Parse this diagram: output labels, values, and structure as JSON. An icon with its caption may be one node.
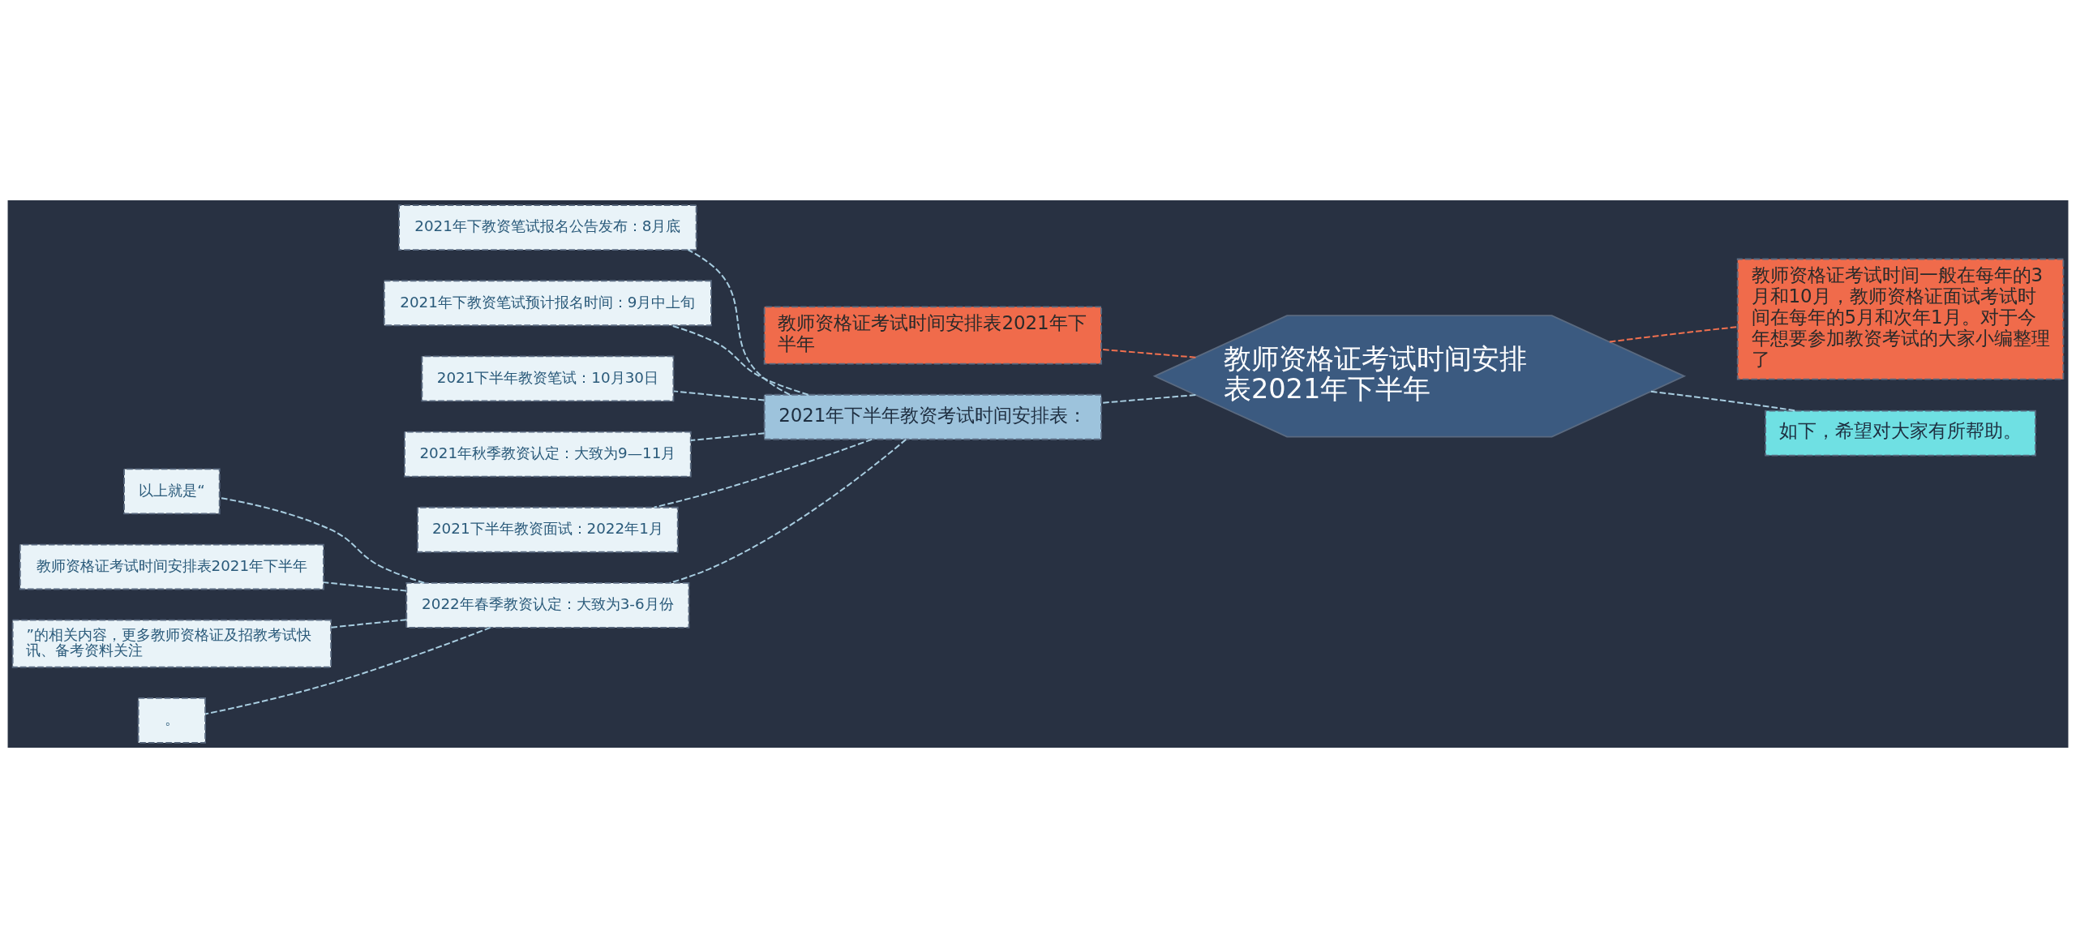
{
  "diagram": {
    "nodes": [
      {
        "text": [
          "教师资格证考试时间安排表2021年下半年"
        ]
      },
      {
        "text": [
          "教师资格证考试时间安排表2021年下半年"
        ]
      },
      {
        "text": [
          "2021年下半年教资考试时间安排表："
        ]
      },
      {
        "text": [
          "2021年下教资笔试报名公告发布：8月底"
        ]
      },
      {
        "text": [
          "2021年下教资笔试预计报名时间：9月中上旬"
        ]
      },
      {
        "text": [
          "2021下半年教资笔试：10月30日"
        ]
      },
      {
        "text": [
          "2021年秋季教资认定：大致为9—11月"
        ]
      },
      {
        "text": [
          "2021下半年教资面试：2022年1月"
        ]
      },
      {
        "text": [
          "2022年春季教资认定：大致为3-6月份"
        ]
      },
      {
        "text": [
          "以上就是“"
        ]
      },
      {
        "text": [
          "教师资格证考试时间安排表2021年下半年"
        ]
      },
      {
        "text": [
          "”的相关内容，更多教师资格证及招教考试快讯、备考资料关注"
        ]
      },
      {
        "text": [
          "。"
        ]
      },
      {
        "text": [
          "教师资格证考试时间一般在每年的3月和10月，教师资格证面试考试时间在每年的5月和次年1月。对于今年想要参加教资考试的大家小编整理了"
        ]
      },
      {
        "text": [
          "如下，希望对大家有所帮助。"
        ]
      }
    ],
    "edges": [
      {
        "from": 0,
        "to": 1,
        "arrow": "none",
        "style": "dashed",
        "color": "#f0704f"
      },
      {
        "from": 0,
        "to": 2,
        "arrow": "none",
        "style": "dashed"
      },
      {
        "from": 2,
        "to": 3,
        "arrow": "none",
        "style": "dashed"
      },
      {
        "from": 2,
        "to": 4,
        "arrow": "none",
        "style": "dashed"
      },
      {
        "from": 2,
        "to": 5,
        "arrow": "none",
        "style": "dashed"
      },
      {
        "from": 2,
        "to": 6,
        "arrow": "none",
        "style": "dashed"
      },
      {
        "from": 2,
        "to": 7,
        "arrow": "none",
        "style": "dashed"
      },
      {
        "from": 2,
        "to": 8,
        "arrow": "none",
        "style": "dashed"
      },
      {
        "from": 8,
        "to": 9,
        "arrow": "none",
        "style": "dashed"
      },
      {
        "from": 8,
        "to": 10,
        "arrow": "none",
        "style": "dashed"
      },
      {
        "from": 8,
        "to": 11,
        "arrow": "none",
        "style": "dashed"
      },
      {
        "from": 8,
        "to": 12,
        "arrow": "none",
        "style": "dashed"
      },
      {
        "from": 0,
        "to": 13,
        "arrow": "none",
        "style": "dashed",
        "color": "#f0704f"
      },
      {
        "from": 0,
        "to": 14,
        "arrow": "none",
        "style": "dashed"
      }
    ]
  }
}
